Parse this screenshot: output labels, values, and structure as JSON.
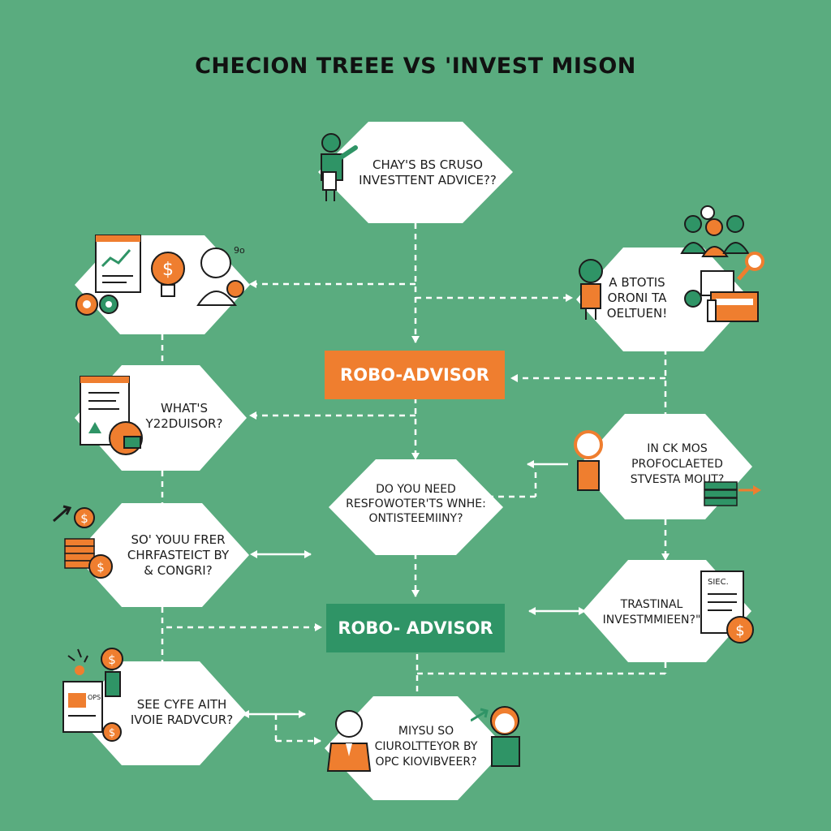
{
  "title": "CHECION TREEE  VS  'INVEST MISON",
  "colors": {
    "background": "#5aac7f",
    "node_fill": "#ffffff",
    "accent_orange": "#ef7e2f",
    "accent_green": "#2f9466",
    "outline": "#1c1c1c"
  },
  "nodes": {
    "top": [
      "CHAY'S BS CRUSO",
      "INVESTTENT ADVICE??"
    ],
    "left_2": [
      "WHAT'S",
      "Y22DUISOR?"
    ],
    "left_3": [
      "SO' YOUU FRER",
      "CHRFASTEICT BY",
      "& CONGRI?"
    ],
    "left_4": [
      "SEE CYFE AITH",
      "IVOIE RADVCUR?"
    ],
    "center_q": [
      "DO YOU NEED",
      "RESFOWOTER'TS WNHE:",
      "ONTISTEEMIINY?"
    ],
    "bottom": [
      "MIYSU SO",
      "CIUROLTTEYOR BY",
      "OPC KIOVIBVEER?"
    ],
    "right_1": [
      "A BTOTIS",
      "ORONI TA",
      "OELTUEN!"
    ],
    "right_2": [
      "IN CK MOS",
      "PROFOCLAETED",
      "STVESTA MOUT?"
    ],
    "right_3": [
      "TRASTINAL",
      "INVESTMMIEEN?\""
    ]
  },
  "banners": {
    "orange": "ROBO-ADVISOR",
    "green": "ROBO- ADVISOR"
  },
  "icon_text": {
    "doc_sec": "SIEC.",
    "dollar": "$",
    "small_label": "OPS",
    "nine_zero": "9o"
  }
}
